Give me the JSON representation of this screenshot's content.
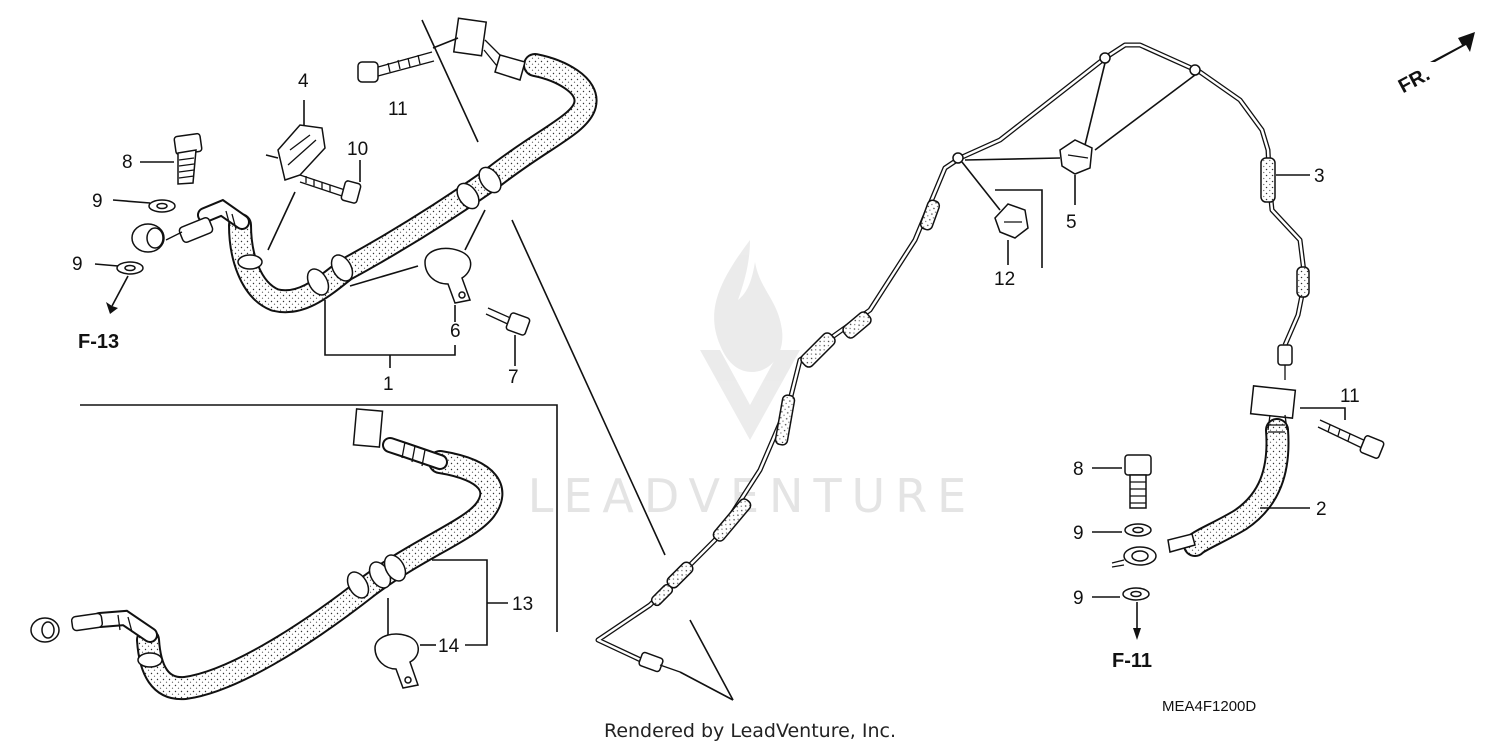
{
  "diagram": {
    "direction_label": "FR.",
    "drawing_code": "MEA4F1200D",
    "credit": "Rendered by LeadVenture, Inc.",
    "watermark": "LEADVENTURE",
    "figure_refs": {
      "left": "F-13",
      "right": "F-11"
    },
    "callouts": {
      "c1": "1",
      "c2": "2",
      "c3": "3",
      "c4": "4",
      "c5": "5",
      "c6": "6",
      "c7": "7",
      "c8a": "8",
      "c8b": "8",
      "c9a": "9",
      "c9b": "9",
      "c9c": "9",
      "c9d": "9",
      "c10": "10",
      "c11a": "11",
      "c11b": "11",
      "c12": "12",
      "c13": "13",
      "c14": "14"
    },
    "icons": [
      "front-direction-arrow-icon",
      "leadventure-flame-logo-icon"
    ]
  }
}
